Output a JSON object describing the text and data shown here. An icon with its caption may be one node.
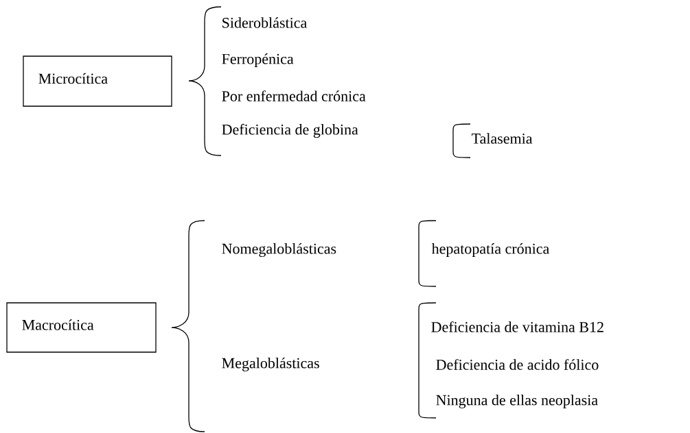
{
  "diagram": {
    "nodes": [
      {
        "text": [
          "Microcítica"
        ]
      },
      {
        "text": [
          "Macrocítica"
        ]
      }
    ],
    "labels": [
      "Sideroblástica",
      "Ferropénica",
      "Por enfermedad crónica",
      "Deficiencia de globina",
      "Talasemia",
      "Nomegaloblásticas",
      "hepatopatía crónica",
      "Megaloblásticas",
      "Deficiencia de vitamina B12",
      "Deficiencia de acido fólico",
      "Ninguna de ellas neoplasia"
    ]
  }
}
